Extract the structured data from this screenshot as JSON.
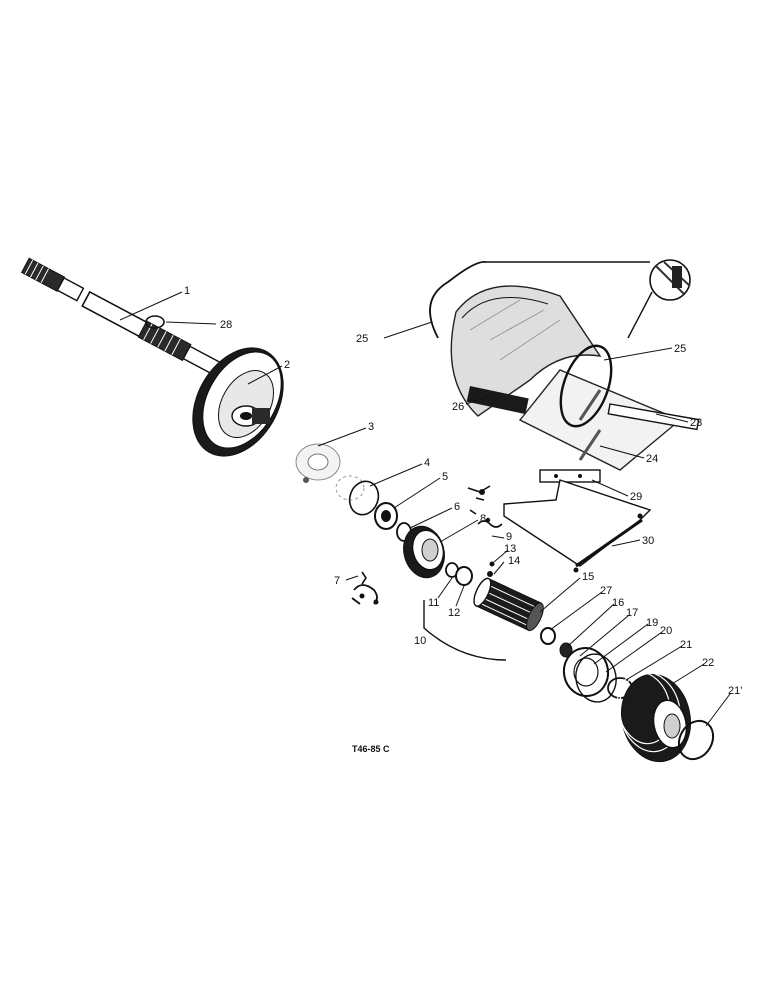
{
  "diagram": {
    "code": "T46-85 C",
    "labels": {
      "l1": "1",
      "l28": "28",
      "l2": "2",
      "l3": "3",
      "l4": "4",
      "l5": "5",
      "l6": "6",
      "l8": "8",
      "l9": "9",
      "l7": "7",
      "l13": "13",
      "l14": "14",
      "l11": "11",
      "l12": "12",
      "l10": "10",
      "l15": "15",
      "l27": "27",
      "l16": "16",
      "l17": "17",
      "l19": "19",
      "l20": "20",
      "l21": "21",
      "l22": "22",
      "l21b": "21'",
      "l25a": "25",
      "l25b": "25",
      "l26": "26",
      "l23": "23",
      "l24": "24",
      "l29": "29",
      "l30": "30"
    }
  }
}
